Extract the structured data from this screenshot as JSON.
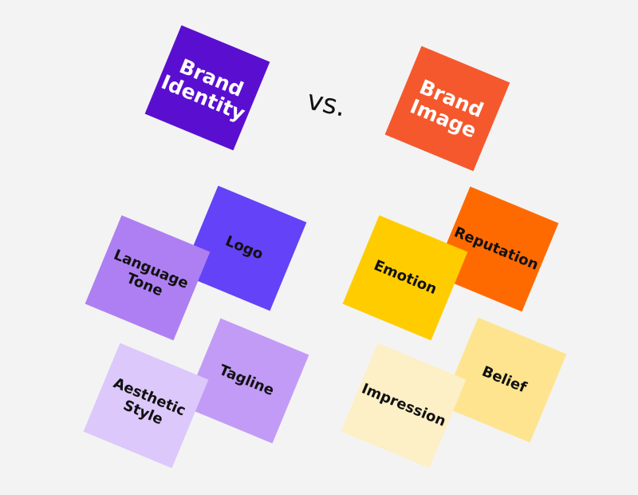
{
  "title_left": "Brand\nIdentity",
  "title_right": "Brand\nImage",
  "vs": "vs.",
  "identity_items": [
    "Logo",
    "Language\nTone",
    "Tagline",
    "Aesthetic\nStyle"
  ],
  "image_items": [
    "Reputation",
    "Emotion",
    "Belief",
    "Impression"
  ],
  "colors": {
    "identity_title": "#5a0fd0",
    "image_title": "#f5582d",
    "logo": "#6442f7",
    "language_tone": "#ae7ff2",
    "tagline": "#c29bf7",
    "aesthetic_style": "#dcc8fb",
    "reputation": "#ff6a00",
    "emotion": "#ffcc00",
    "belief": "#ffe490",
    "impression": "#fdefc6"
  }
}
